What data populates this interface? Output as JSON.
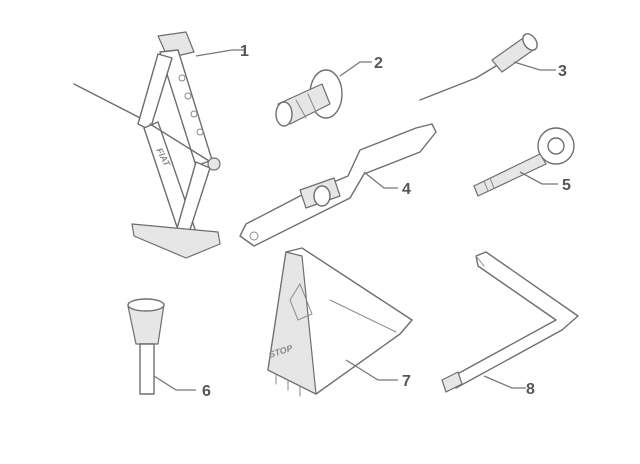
{
  "diagram": {
    "callouts": [
      "1",
      "2",
      "3",
      "4",
      "5",
      "6",
      "7",
      "8"
    ],
    "stamps": {
      "jack_side": "FIAT",
      "chock_side": "STOP"
    }
  }
}
